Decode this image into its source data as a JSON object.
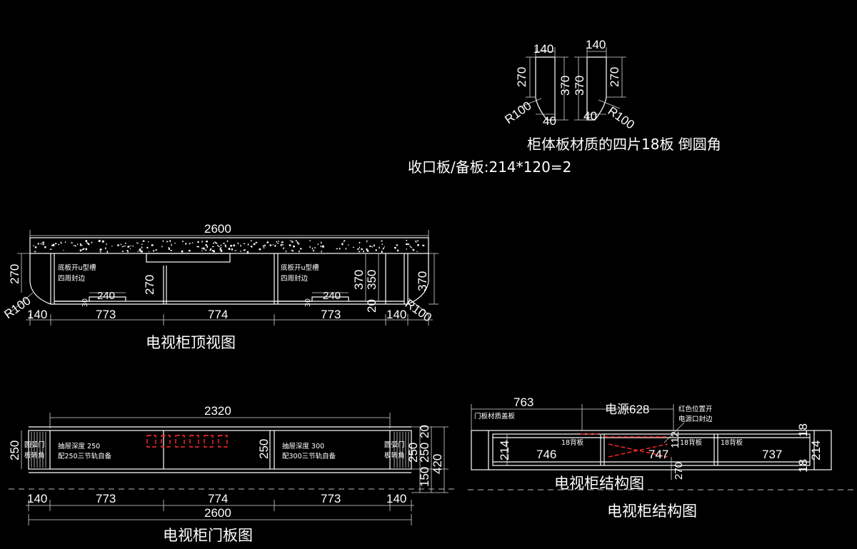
{
  "panels": {
    "left": {
      "w": "140",
      "h1": "270",
      "h2": "370",
      "bottom": "40",
      "radius": "R100"
    },
    "right": {
      "w": "140",
      "h1": "370",
      "h2": "270",
      "bottom": "40",
      "radius": "R100"
    },
    "caption": "柜体板材质的四片18板 倒圆角",
    "spare": "收口板/备板:214*120=2"
  },
  "top_view": {
    "overall": "2600",
    "segments": [
      "140",
      "773",
      "774",
      "773",
      "140"
    ],
    "left_h": "270",
    "left_r": "R100",
    "right_h": "370",
    "right_r": "R100",
    "mid_h": "270",
    "inner_370": "370",
    "inner_350": "350",
    "inner_20": "20",
    "slot_240_a": "240",
    "slot_240_b": "240",
    "slot_30_a": "30",
    "slot_30_b": "30",
    "note_a1": "底板开u型槽",
    "note_a2": "四周封边",
    "note_b1": "底板开u型槽",
    "note_b2": "四周封边",
    "title": "电视柜顶视图"
  },
  "door_view": {
    "top_dim": "2320",
    "segments": [
      "140",
      "773",
      "774",
      "773",
      "140"
    ],
    "overall": "2600",
    "left_h": "250",
    "mid_h": "250",
    "right_250": "250",
    "right_20": "20",
    "right_150": "150",
    "right_420": "420",
    "edge_l1": "圆弧门",
    "edge_l2": "板转角",
    "edge_r1": "圆弧门",
    "edge_r2": "板转角",
    "drawer1_l1": "抽屉深度 250",
    "drawer1_l2": "配250三节轨自备",
    "drawer2_l1": "抽屉深度 300",
    "drawer2_l2": "配300三节轨自备",
    "title": "电视柜门板图"
  },
  "structure_view": {
    "dim_763": "763",
    "power_label": "电源",
    "power_dim": "628",
    "note_door": "门板材质盖板",
    "note_red1": "红色位置开",
    "note_red2": "电源口封边",
    "back1": "18背板",
    "back2": "18背板",
    "back3": "18背板",
    "seg1": "746",
    "seg2": "747",
    "seg3": "737",
    "h_left": "214",
    "h_right": "214",
    "h_18a": "18",
    "h_18b": "18",
    "h_112": "112",
    "h_270": "270",
    "title1": "电视柜结构图",
    "title2": "电视柜结构图"
  }
}
